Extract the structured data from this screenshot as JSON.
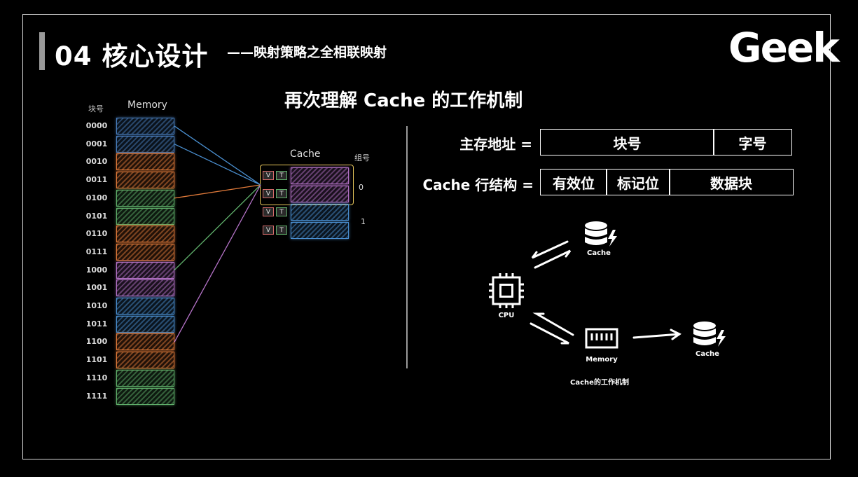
{
  "header": {
    "title": "04 核心设计",
    "subtitle": "——映射策略之全相联映射",
    "logo": "Geek"
  },
  "main_heading": "再次理解 Cache 的工作机制",
  "memory": {
    "block_number_header": "块号",
    "title": "Memory",
    "rows": [
      {
        "label": "0000",
        "color": "#4a7fbf"
      },
      {
        "label": "0001",
        "color": "#4a7fbf"
      },
      {
        "label": "0010",
        "color": "#e07a3a"
      },
      {
        "label": "0011",
        "color": "#e07a3a"
      },
      {
        "label": "0100",
        "color": "#5fae6a"
      },
      {
        "label": "0101",
        "color": "#5fae6a"
      },
      {
        "label": "0110",
        "color": "#e07a3a"
      },
      {
        "label": "0111",
        "color": "#e07a3a"
      },
      {
        "label": "1000",
        "color": "#b573c8"
      },
      {
        "label": "1001",
        "color": "#b573c8"
      },
      {
        "label": "1010",
        "color": "#4a8fd0"
      },
      {
        "label": "1011",
        "color": "#4a8fd0"
      },
      {
        "label": "1100",
        "color": "#e07a3a"
      },
      {
        "label": "1101",
        "color": "#e07a3a"
      },
      {
        "label": "1110",
        "color": "#5fae6a"
      },
      {
        "label": "1111",
        "color": "#5fae6a"
      }
    ]
  },
  "cache": {
    "title": "Cache",
    "set_header": "组号",
    "valid_label": "V",
    "tag_label": "T",
    "lines": [
      {
        "color": "#b573c8"
      },
      {
        "color": "#b573c8"
      },
      {
        "color": "#4a8fd0"
      },
      {
        "color": "#4a8fd0"
      }
    ],
    "sets": [
      "0",
      "1"
    ]
  },
  "address_format": {
    "main_memory_label": "主存地址 =",
    "fields": [
      "块号",
      "字号"
    ]
  },
  "cache_line_format": {
    "label": "Cache 行结构 =",
    "fields": [
      "有效位",
      "标记位",
      "数据块"
    ]
  },
  "flow": {
    "cpu_label": "CPU",
    "cache_top_label": "Cache",
    "memory_label": "Memory",
    "cache_right_label": "Cache",
    "caption": "Cache的工作机制"
  },
  "colors": {
    "background": "#000000",
    "frame": "#d8d8d8",
    "accent_gold": "#e8c75c"
  }
}
